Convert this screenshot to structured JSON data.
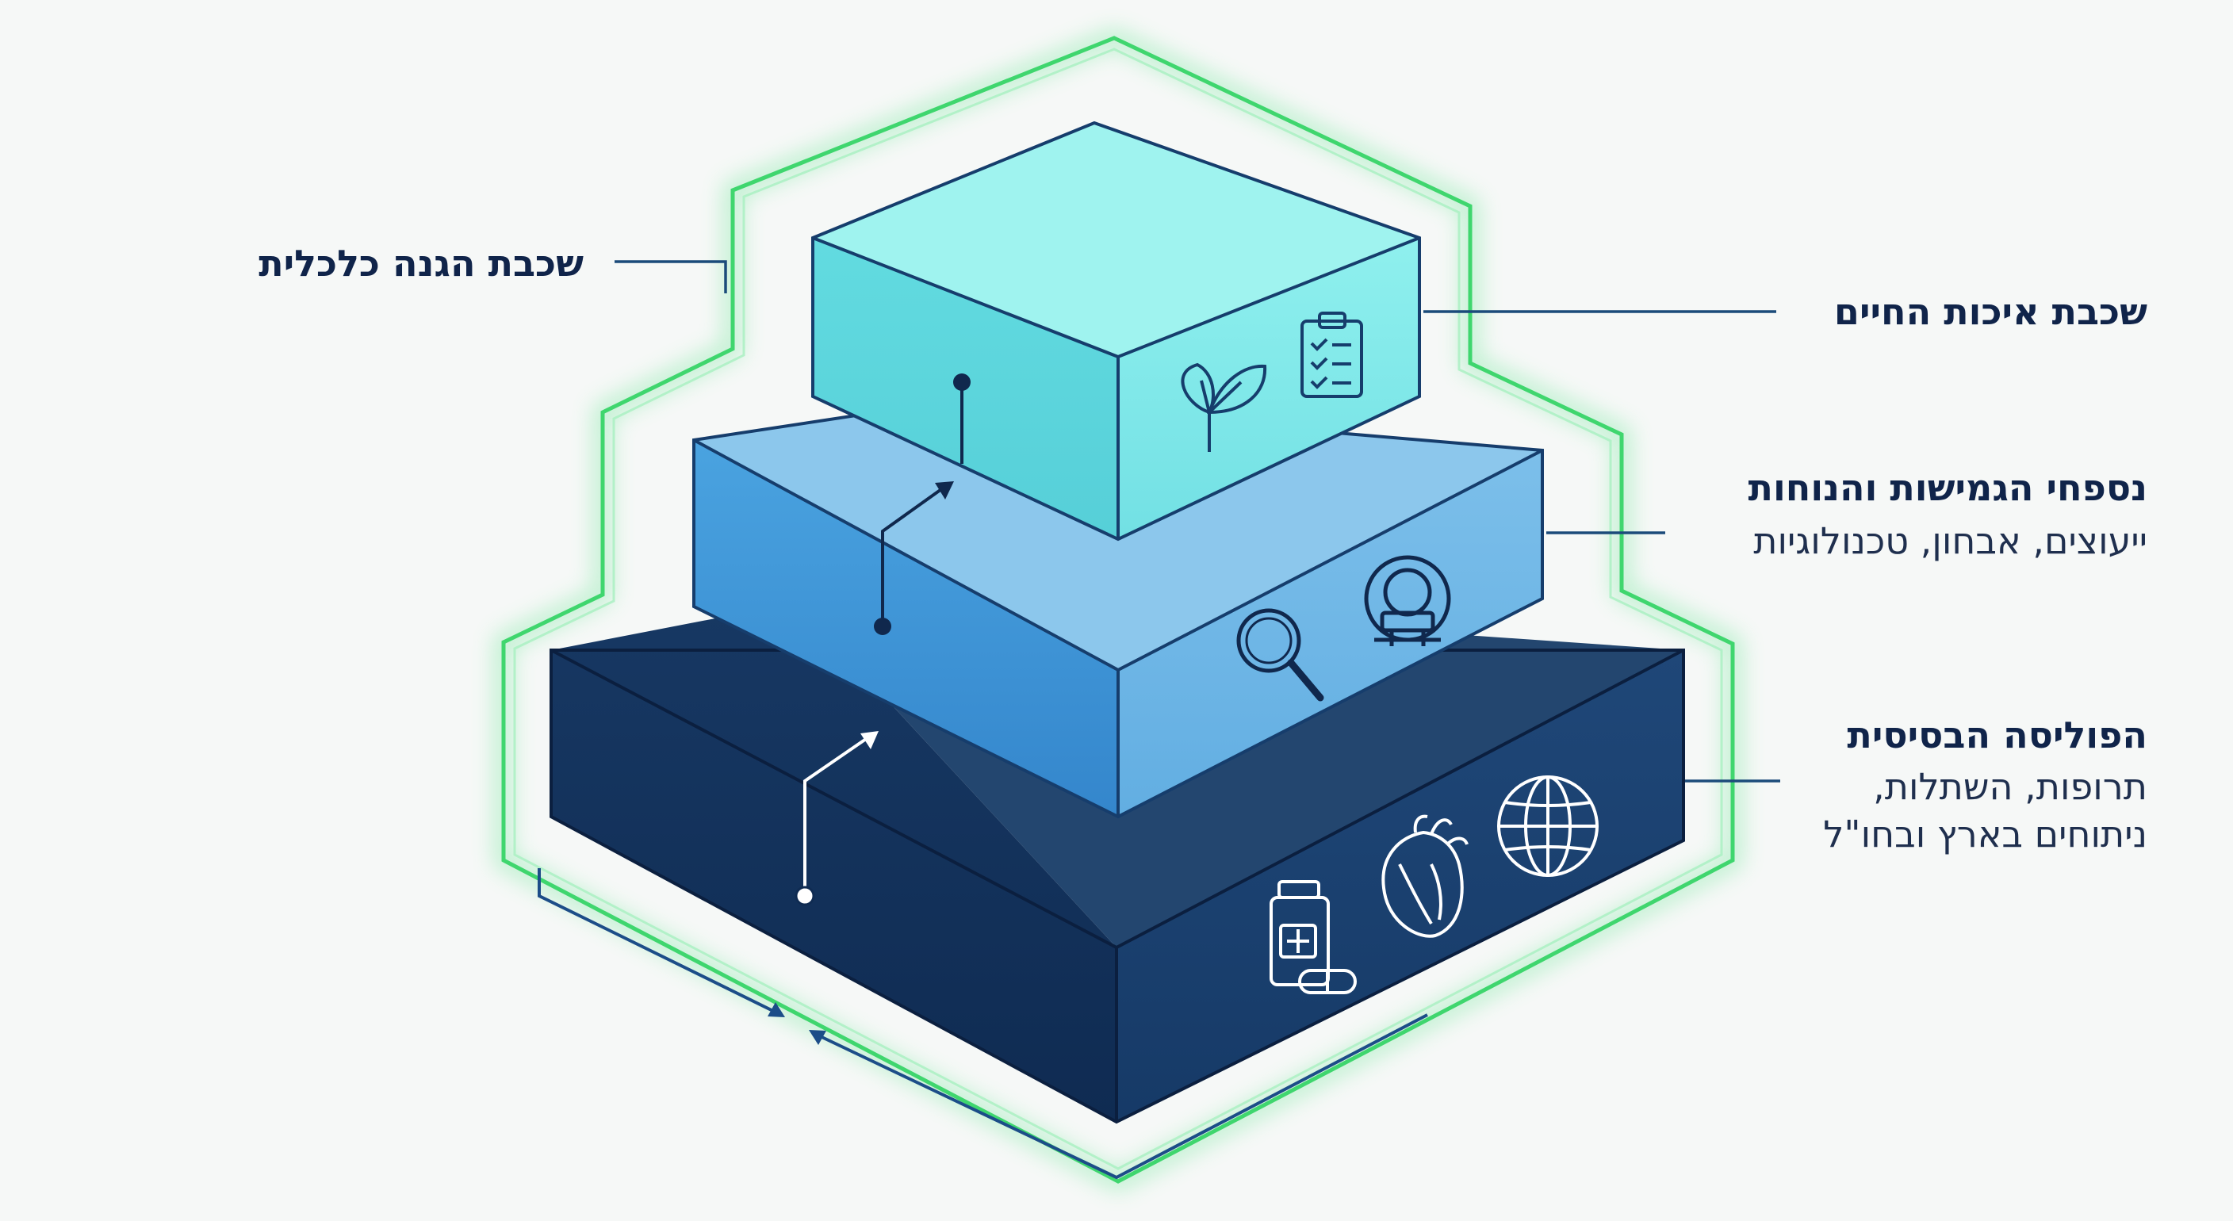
{
  "labels": {
    "economic_layer": "שכבת הגנה כלכלית",
    "quality_layer": "שכבת איכות החיים",
    "extras_title": "נספחי הגמישות והנוחות",
    "extras_detail": "ייעוצים, אבחון, טכנולוגיות",
    "base_title": "הפוליסה הבסיסית",
    "base_detail_line1": "תרופות, השתלות,",
    "base_detail_line2": "ניתוחים בארץ ובחו\"ל"
  },
  "icons": {
    "top": [
      "leaf-icon",
      "clipboard-checklist-icon"
    ],
    "middle": [
      "magnifier-icon",
      "mri-scanner-icon"
    ],
    "bottom": [
      "medicine-bottle-icon",
      "anatomical-heart-icon",
      "globe-icon"
    ]
  },
  "colors": {
    "top_block": "#5fd6dc",
    "middle_block": "#4a9bd8",
    "bottom_block": "#1b3a68",
    "glow": "#3fd66e",
    "outline": "#13305a"
  }
}
